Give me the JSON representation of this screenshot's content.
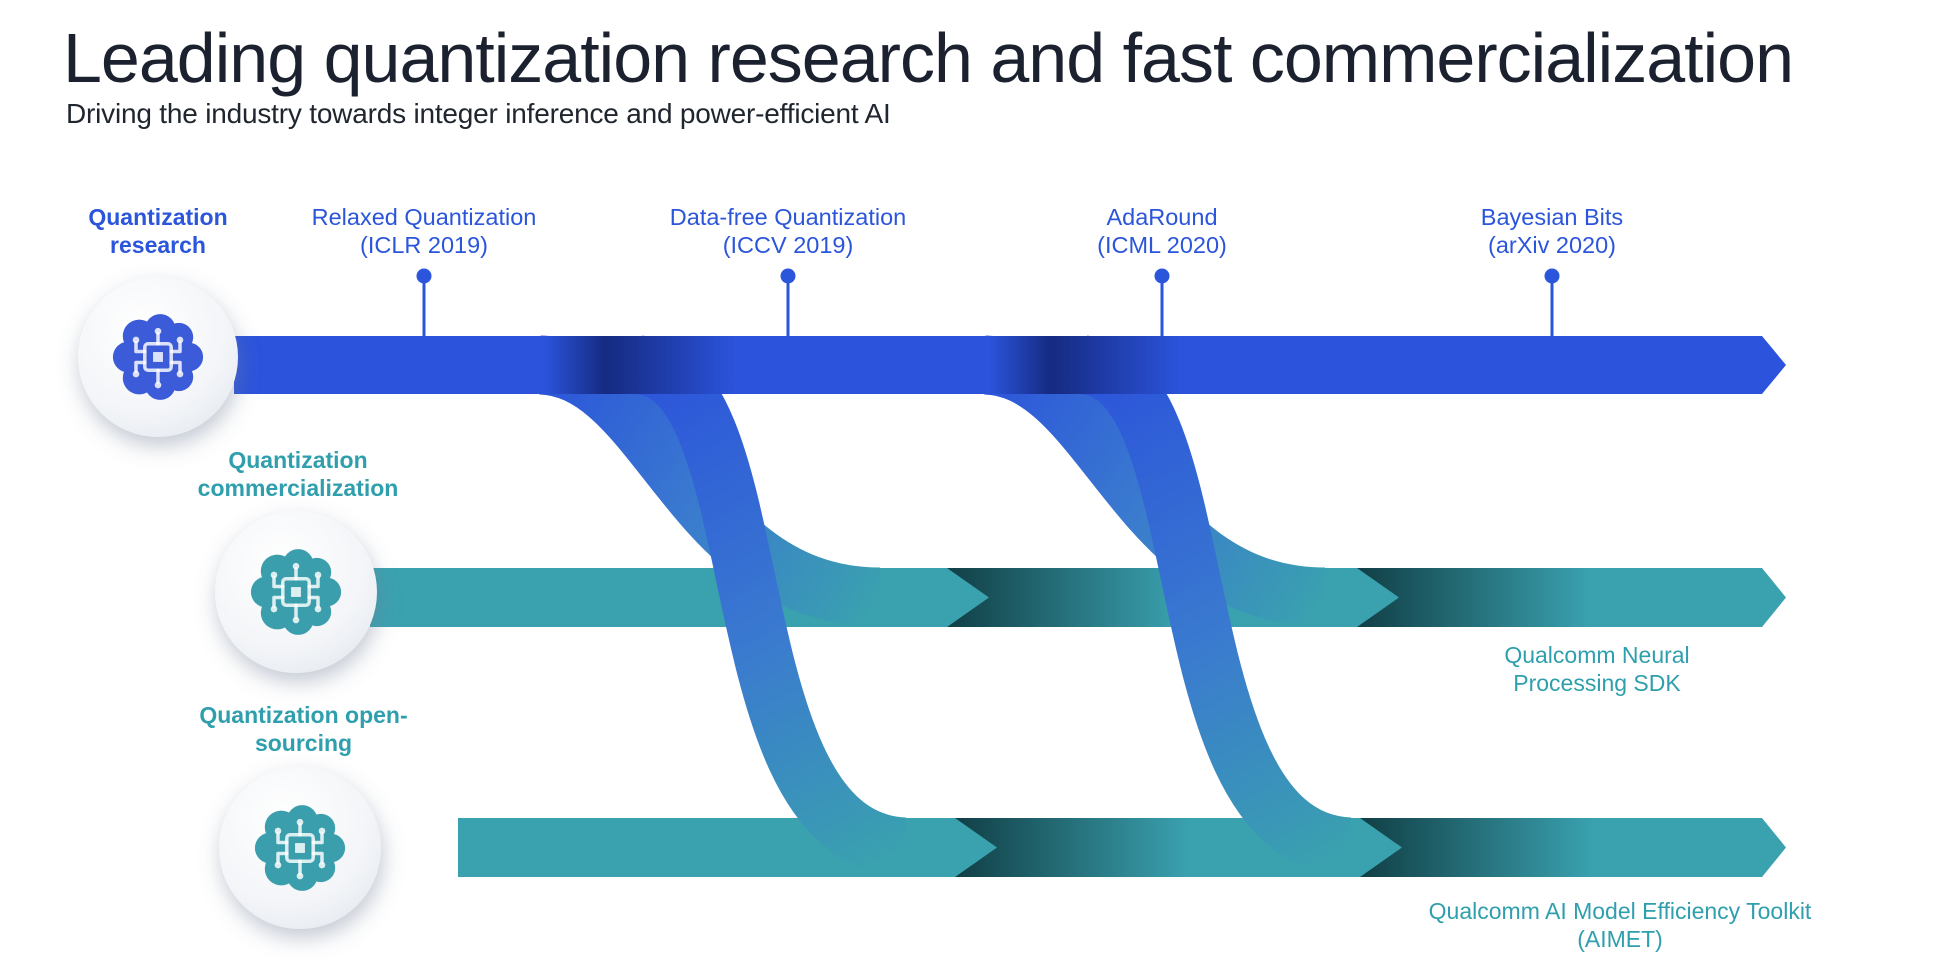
{
  "slide": {
    "title": "Leading quantization research and fast commercialization",
    "subtitle": "Driving the industry towards integer inference and power-efficient AI"
  },
  "lanes": [
    {
      "id": "research",
      "label": "Quantization research",
      "color": "#2b55db",
      "icon": "brain-circuit-icon"
    },
    {
      "id": "commercialization",
      "label": "Quantization commercialization",
      "color": "#2f9fad",
      "icon": "brain-circuit-icon"
    },
    {
      "id": "open-sourcing",
      "label": "Quantization open-sourcing",
      "color": "#2f9fad",
      "icon": "brain-circuit-icon"
    }
  ],
  "milestones": [
    {
      "name": "Relaxed Quantization",
      "venue": "(ICLR 2019)"
    },
    {
      "name": "Data-free Quantization",
      "venue": "(ICCV 2019)"
    },
    {
      "name": "AdaRound",
      "venue": "(ICML 2020)"
    },
    {
      "name": "Bayesian Bits",
      "venue": "(arXiv 2020)"
    }
  ],
  "outputs": [
    {
      "name": "Qualcomm Neural Processing SDK"
    },
    {
      "name": "Qualcomm AI Model Efficiency Toolkit (AIMET)"
    }
  ],
  "colors": {
    "research_blue": "#2b53db",
    "flow_dark_navy": "#0d1b5e",
    "commercial_teal": "#3aa1af",
    "dark_teal": "#113f46",
    "label_blue": "#2b55db",
    "label_teal": "#2f9fad",
    "title_text": "#1c2130",
    "icon_badge_bg": "#f2f4f8"
  }
}
